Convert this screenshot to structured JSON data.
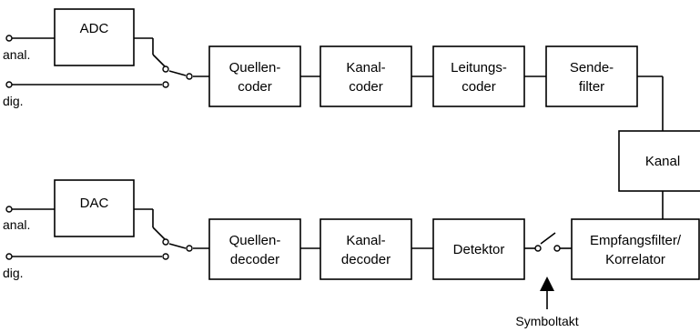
{
  "transmitter": {
    "adc": "ADC",
    "input_analog": "anal.",
    "input_digital": "dig.",
    "quellencoder": [
      "Quellen-",
      "coder"
    ],
    "kanalcoder": [
      "Kanal-",
      "coder"
    ],
    "leitungscoder": [
      "Leitungs-",
      "coder"
    ],
    "sendefilter": [
      "Sende-",
      "filter"
    ]
  },
  "channel": {
    "label": "Kanal"
  },
  "receiver": {
    "dac": "DAC",
    "output_analog": "anal.",
    "output_digital": "dig.",
    "quellendecoder": [
      "Quellen-",
      "decoder"
    ],
    "kanaldecoder": [
      "Kanal-",
      "decoder"
    ],
    "detektor": "Detektor",
    "empfangsfilter": [
      "Empfangsfilter/",
      "Korrelator"
    ],
    "symboltakt": "Symboltakt"
  }
}
